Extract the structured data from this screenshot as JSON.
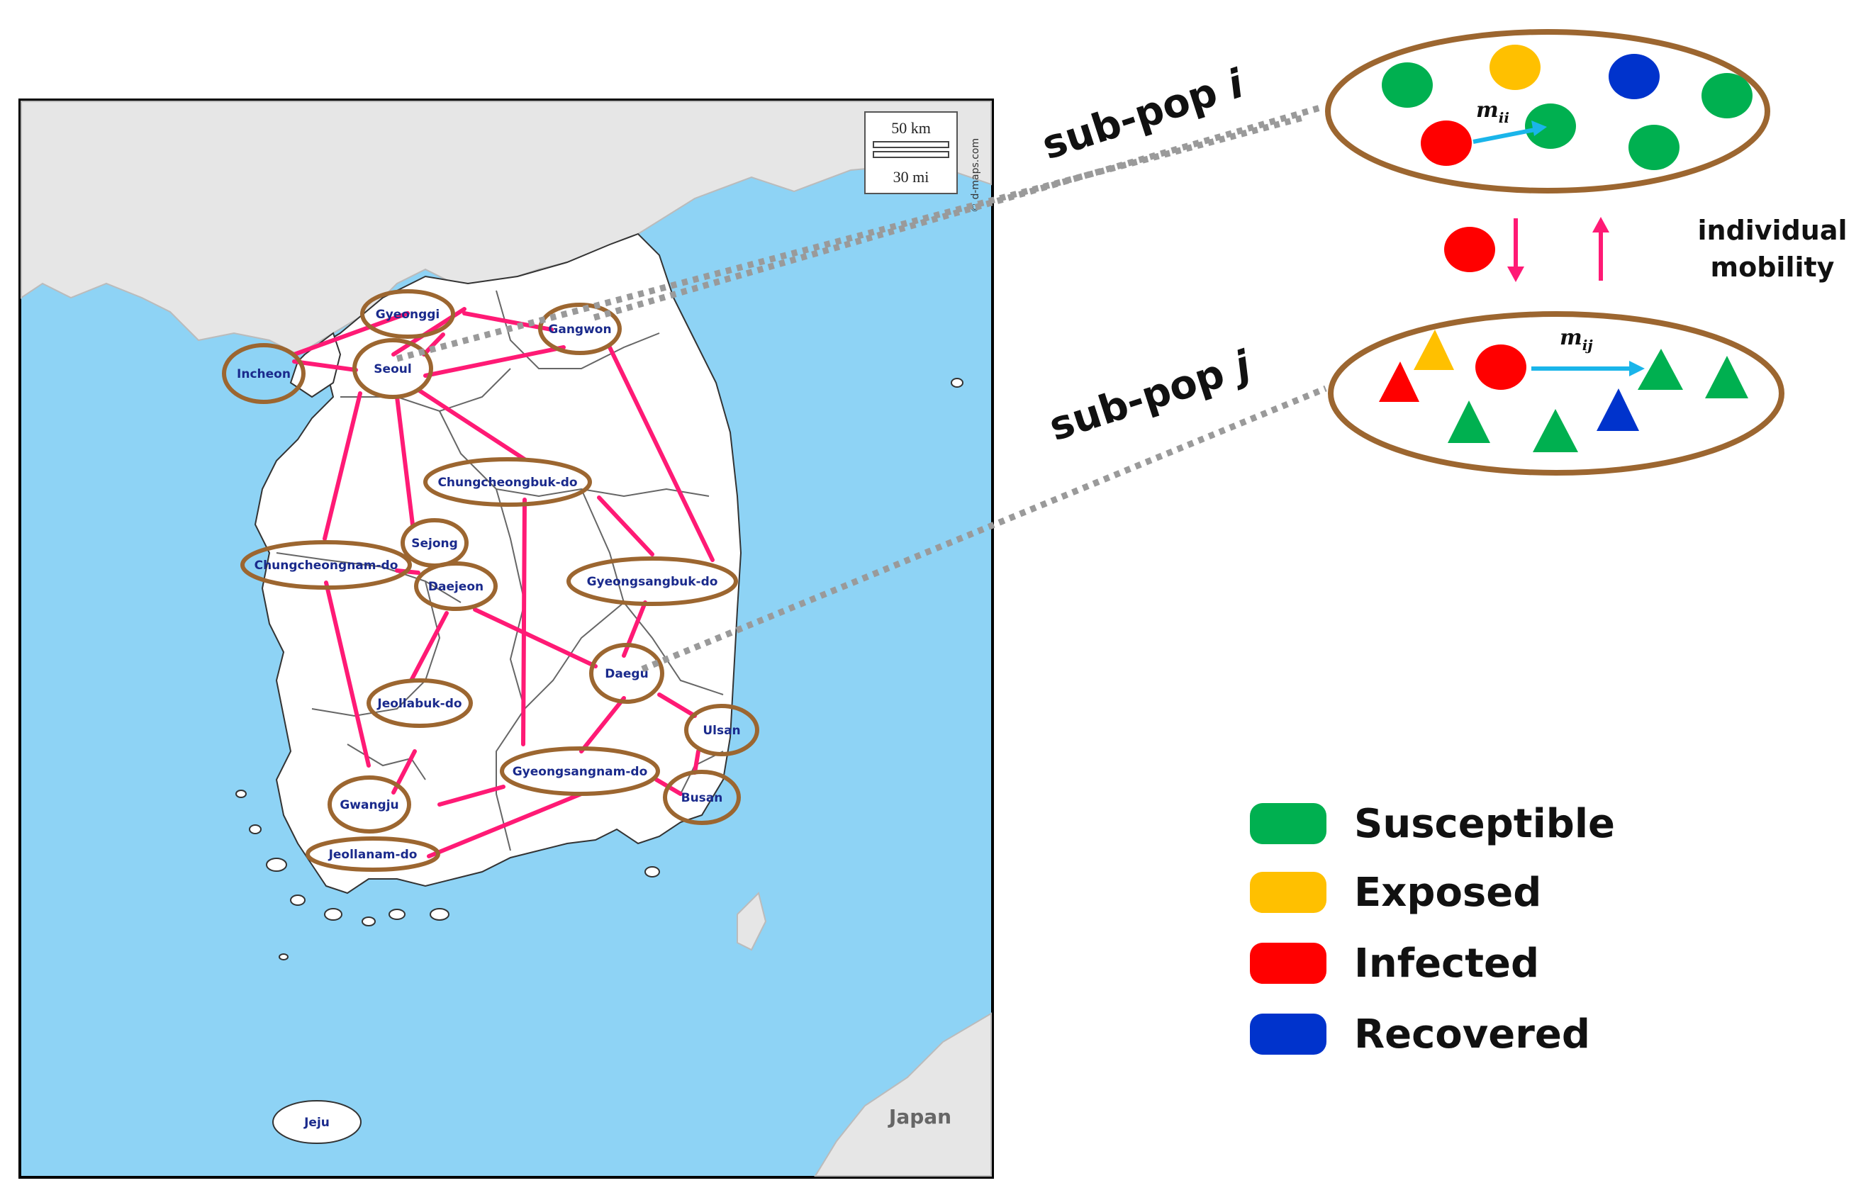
{
  "map": {
    "scale_km": "50 km",
    "scale_mi": "30 mi",
    "credit": "© d-maps.com",
    "japan_label": "Japan",
    "jeju_label": "Jeju"
  },
  "regions": {
    "gyeonggi": "Gyeonggi",
    "gangwon": "Gangwon",
    "incheon": "Incheon",
    "seoul": "Seoul",
    "chungbuk": "Chungcheongbuk-do",
    "sejong": "Sejong",
    "chungnam": "Chungcheongnam-do",
    "daejeon": "Daejeon",
    "gyeongbuk": "Gyeongsangbuk-do",
    "daegu": "Daegu",
    "jeonbuk": "Jeollabuk-do",
    "ulsan": "Ulsan",
    "gyeongnam": "Gyeongsangnam-do",
    "gwangju": "Gwangju",
    "busan": "Busan",
    "jeonnam": "Jeollanam-do"
  },
  "diagram": {
    "subpop_i": "sub-pop ",
    "subpop_i_var": "i",
    "subpop_j": "sub-pop ",
    "subpop_j_var": "j",
    "m_ii": "m",
    "m_ii_sub": "ii",
    "m_ij": "m",
    "m_ij_sub": "ij",
    "mobility_line1": "individual",
    "mobility_line2": "mobility"
  },
  "legend": [
    {
      "label": "Susceptible",
      "color": "#00b050"
    },
    {
      "label": "Exposed",
      "color": "#ffc000"
    },
    {
      "label": "Infected",
      "color": "#ff0000"
    },
    {
      "label": "Recovered",
      "color": "#0033cc"
    }
  ],
  "colors": {
    "sea": "#8ed3f5",
    "land": "#ffffff",
    "foreign_land": "#e6e6e6",
    "ellipse_stroke": "#9c6630",
    "link": "#ff1a75",
    "mobility_arrow": "#1ab5ea"
  }
}
